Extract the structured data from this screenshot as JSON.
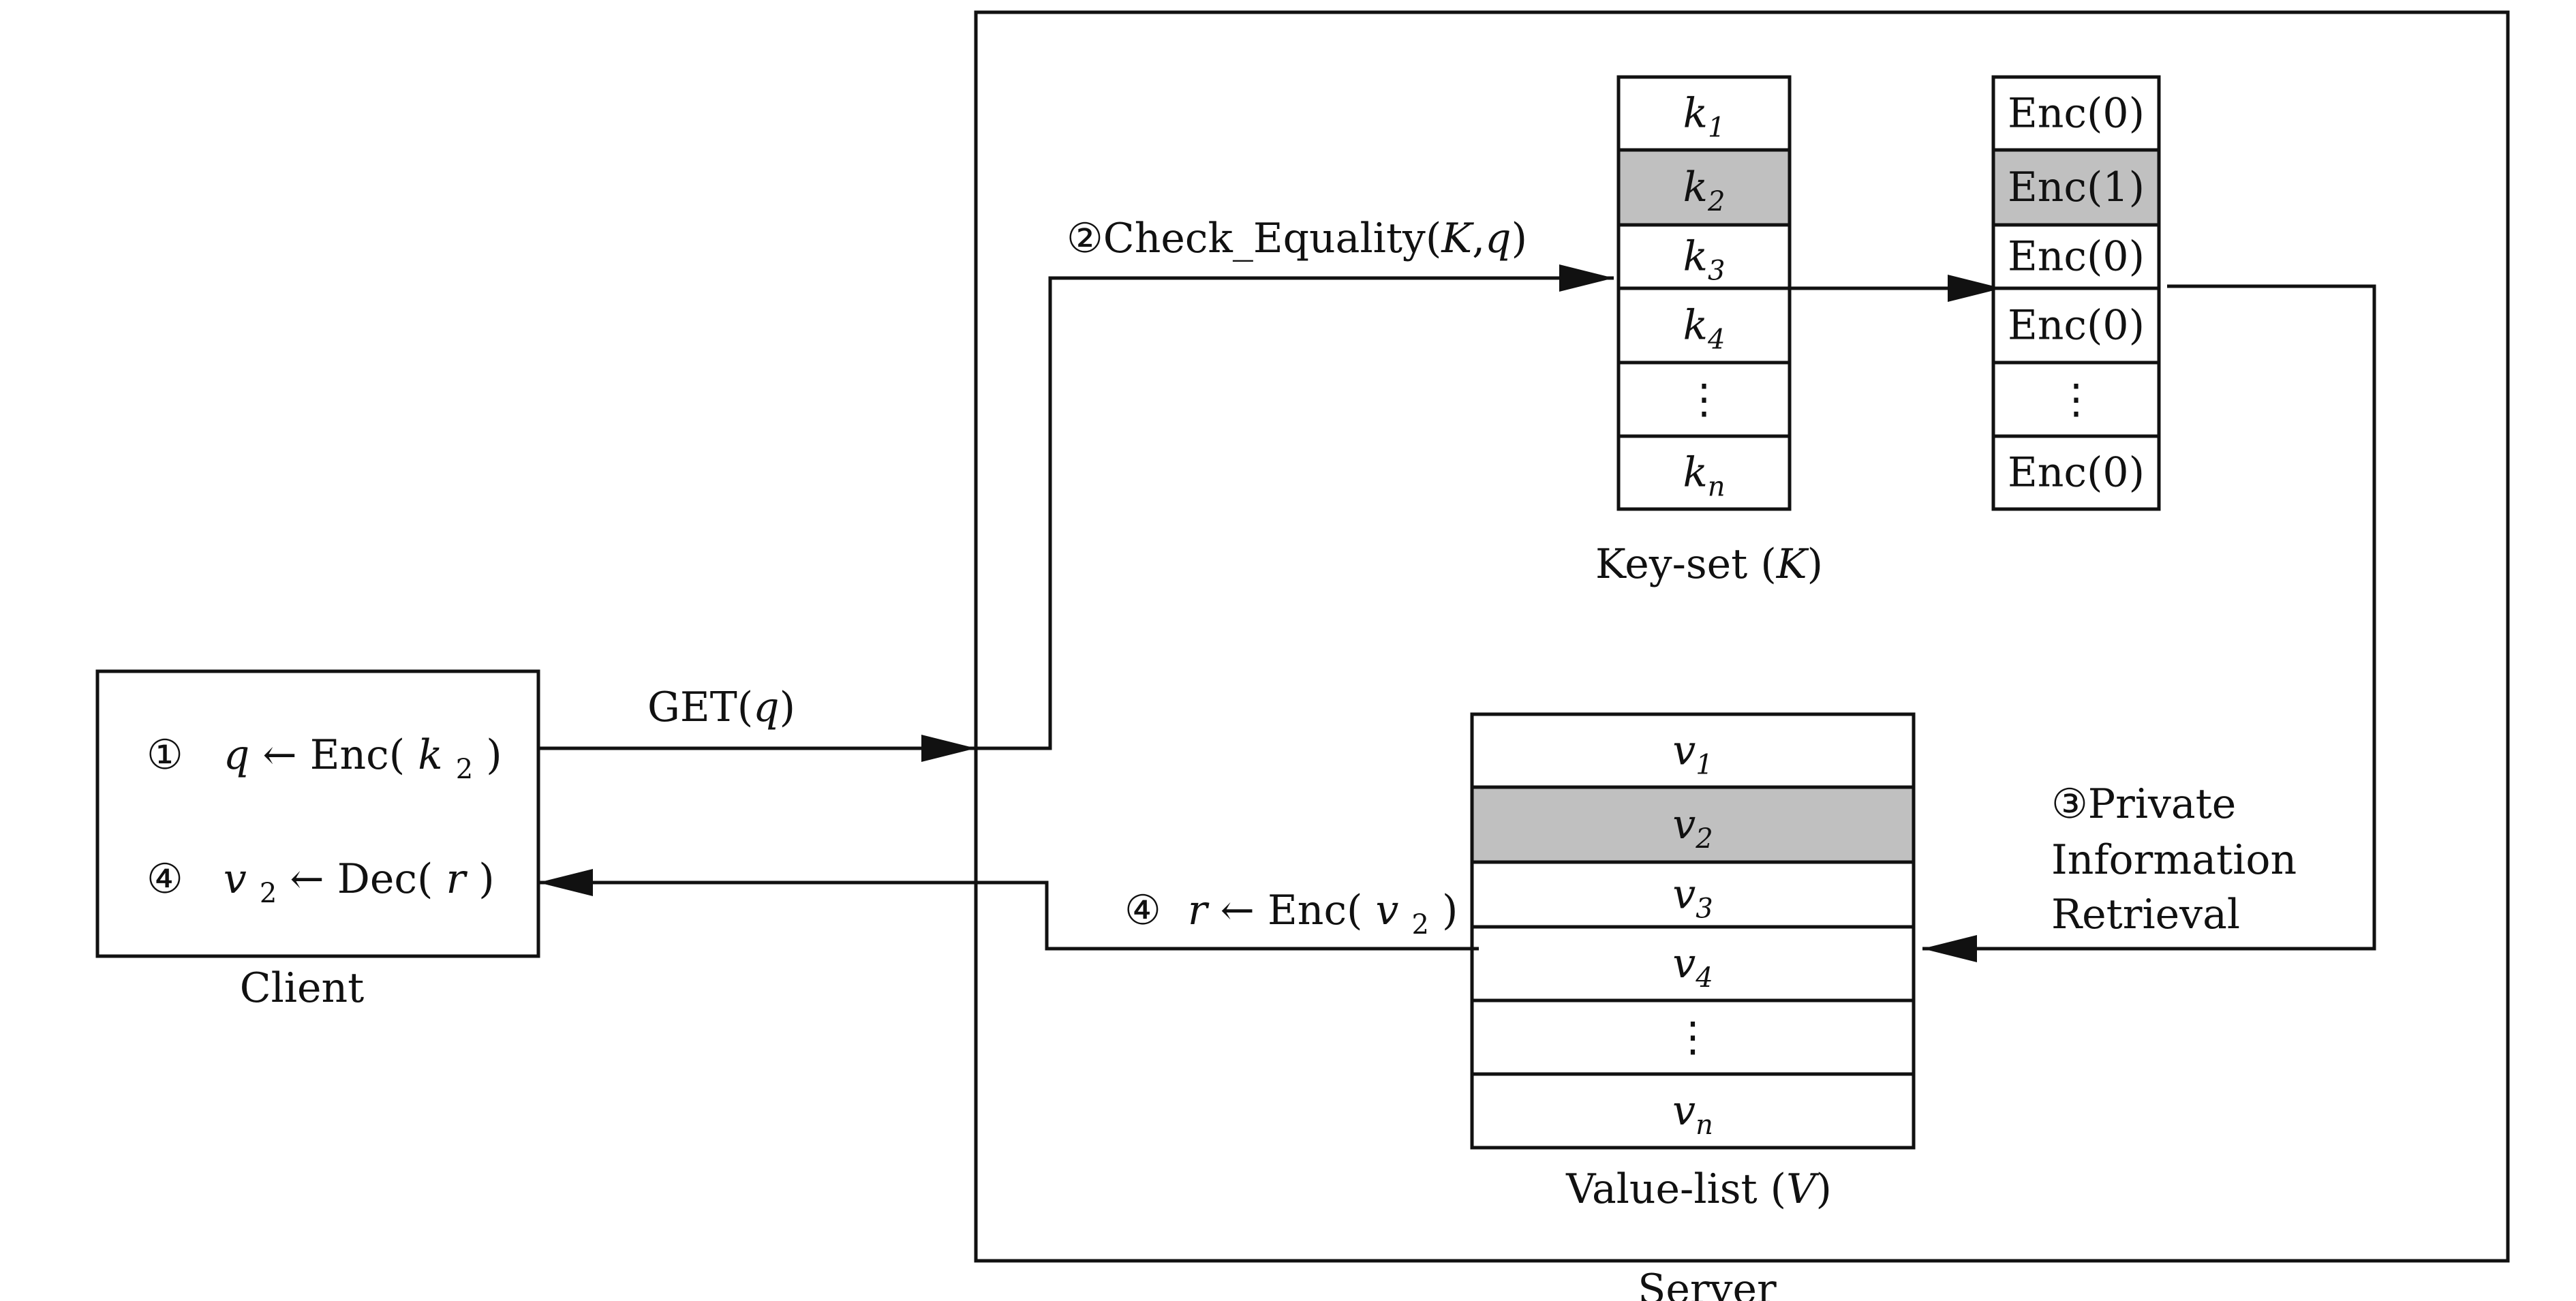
{
  "client": {
    "label": "Client",
    "step1": {
      "num": "①",
      "pre": "q",
      "arrow": "←",
      "post": "Enc(",
      "var": "k",
      "sub": "2",
      "close": ")"
    },
    "step4": {
      "num": "④",
      "pre": "v",
      "presub": "2",
      "arrow": "←",
      "post": "Dec(",
      "var": "r",
      "close": ")"
    }
  },
  "server": {
    "label": "Server"
  },
  "get_arrow": {
    "pre": "GET(",
    "var": "q",
    "close": ")"
  },
  "check_equality": {
    "num": "②",
    "pre": "Check_Equality(",
    "var1": "K",
    "comma": ",",
    "var2": "q",
    "close": ")"
  },
  "pir": {
    "line1": "③Private",
    "line2": "Information",
    "line3": "Retrieval"
  },
  "return_arrow": {
    "num": "④",
    "var": "r",
    "arrow": "←",
    "post": "Enc(",
    "var2": "v",
    "sub": "2",
    "close": ")"
  },
  "keyset": {
    "caption_pre": "Key-set (",
    "caption_var": "K",
    "caption_close": ")",
    "cells": [
      {
        "var": "k",
        "sub": "1",
        "highlight": false
      },
      {
        "var": "k",
        "sub": "2",
        "highlight": true
      },
      {
        "var": "k",
        "sub": "3",
        "highlight": false
      },
      {
        "var": "k",
        "sub": "4",
        "highlight": false
      },
      {
        "var": "⋮",
        "sub": "",
        "highlight": false
      },
      {
        "var": "k",
        "sub": "n",
        "highlight": false
      }
    ]
  },
  "enc_column": {
    "cells": [
      {
        "text": "Enc(0)",
        "highlight": false
      },
      {
        "text": "Enc(1)",
        "highlight": true
      },
      {
        "text": "Enc(0)",
        "highlight": false
      },
      {
        "text": "Enc(0)",
        "highlight": false
      },
      {
        "text": "⋮",
        "highlight": false
      },
      {
        "text": "Enc(0)",
        "highlight": false
      }
    ]
  },
  "valuelist": {
    "caption_pre": "Value-list (",
    "caption_var": "V",
    "caption_close": ")",
    "cells": [
      {
        "var": "v",
        "sub": "1",
        "highlight": false
      },
      {
        "var": "v",
        "sub": "2",
        "highlight": true
      },
      {
        "var": "v",
        "sub": "3",
        "highlight": false
      },
      {
        "var": "v",
        "sub": "4",
        "highlight": false
      },
      {
        "var": "⋮",
        "sub": "",
        "highlight": false
      },
      {
        "var": "v",
        "sub": "n",
        "highlight": false
      }
    ]
  },
  "colors": {
    "highlight": "#c0c0c0",
    "stroke": "#111111",
    "background": "#ffffff"
  }
}
